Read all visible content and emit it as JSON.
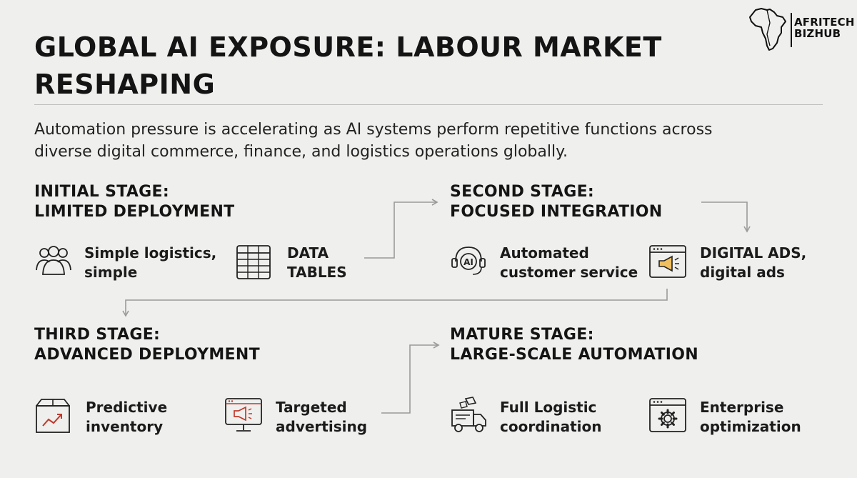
{
  "header": {
    "title_line1": "GLOBAL AI EXPOSURE: LABOUR MARKET",
    "title_line2": "RESHAPING",
    "description_line1": "Automation pressure is accelerating as AI systems perform repetitive functions across",
    "description_line2": "diverse digital commerce, finance, and logistics operations globally."
  },
  "logo": {
    "line1": "AFRITECH",
    "line2": "BIZHUB"
  },
  "stages": [
    {
      "title_line1": "INITIAL STAGE:",
      "title_line2": "LIMITED DEPLOYMENT",
      "items": [
        {
          "icon": "people-group-icon",
          "line1": "Simple logistics,",
          "line2": "simple"
        },
        {
          "icon": "data-table-icon",
          "line1": "DATA",
          "line2": "TABLES"
        }
      ]
    },
    {
      "title_line1": "SECOND STAGE:",
      "title_line2": "FOCUSED INTEGRATION",
      "items": [
        {
          "icon": "ai-headset-icon",
          "icon_text": "AI",
          "line1": "Automated",
          "line2": "customer service"
        },
        {
          "icon": "browser-megaphone-icon",
          "line1": "DIGITAL ADS,",
          "line2": "digital ads"
        }
      ]
    },
    {
      "title_line1": "THIRD STAGE:",
      "title_line2": "ADVANCED DEPLOYMENT",
      "items": [
        {
          "icon": "box-trend-icon",
          "line1": "Predictive",
          "line2": "inventory"
        },
        {
          "icon": "monitor-megaphone-icon",
          "line1": "Targeted",
          "line2": "advertising"
        }
      ]
    },
    {
      "title_line1": "MATURE STAGE:",
      "title_line2": "LARGE-SCALE AUTOMATION",
      "items": [
        {
          "icon": "delivery-truck-icon",
          "line1": "Full Logistic",
          "line2": "coordination"
        },
        {
          "icon": "browser-gear-icon",
          "line1": "Enterprise",
          "line2": "optimization"
        }
      ]
    }
  ],
  "colors": {
    "background": "#efefed",
    "text": "#141414",
    "accent": "#c0392b",
    "connector": "#9a9a98"
  }
}
